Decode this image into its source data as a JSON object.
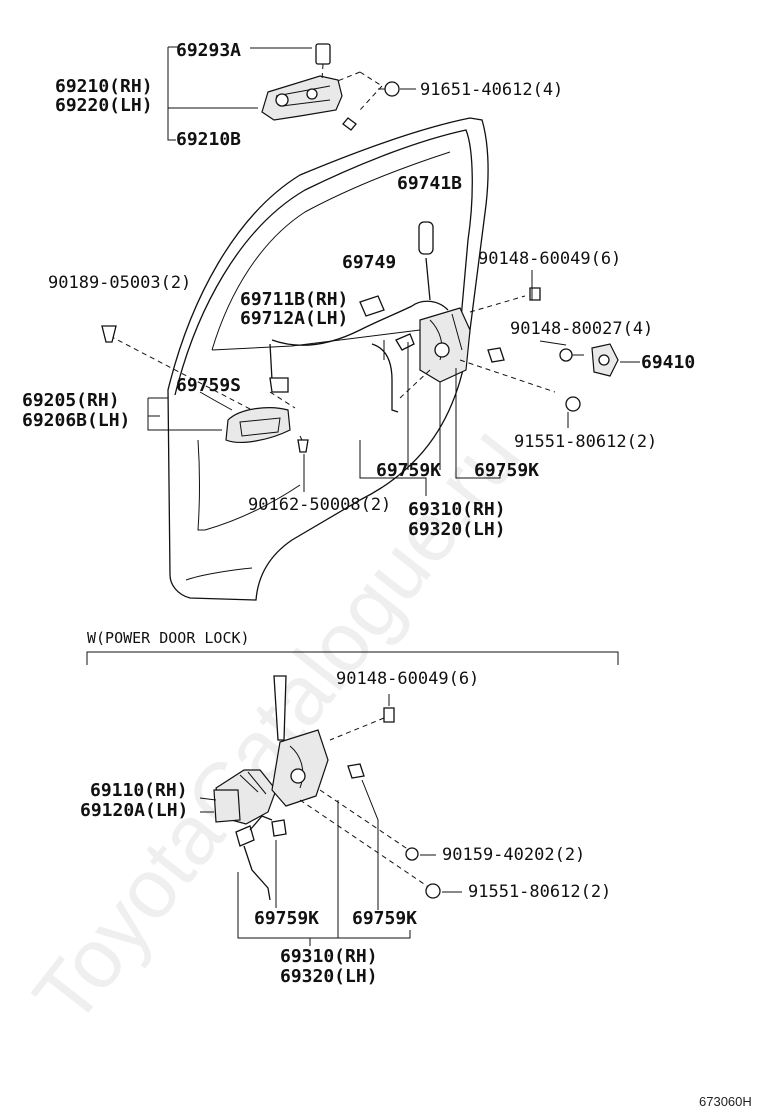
{
  "watermark": "ToyotaCatalogue.ru",
  "figure_ref": "673060H",
  "section_header": "W(POWER DOOR LOCK)",
  "labels": {
    "p69293A": "69293A",
    "p69210RH": "69210(RH)",
    "p69220LH": "69220(LH)",
    "p69210B": "69210B",
    "p91651": "91651-40612(4)",
    "p69741B": "69741B",
    "p69749": "69749",
    "p90148a": "90148-60049(6)",
    "p90189": "90189-05003(2)",
    "p69711B": "69711B(RH)",
    "p69712A": "69712A(LH)",
    "p90148b": "90148-80027(4)",
    "p69410": "69410",
    "p69759S": "69759S",
    "p69205RH": "69205(RH)",
    "p69206B": "69206B(LH)",
    "p91551a": "91551-80612(2)",
    "p69759Ka": "69759K",
    "p69759Kb": "69759K",
    "p90162": "90162-50008(2)",
    "p69310RHa": "69310(RH)",
    "p69320LHa": "69320(LH)",
    "p90148c": "90148-60049(6)",
    "p69110": "69110(RH)",
    "p69120A": "69120A(LH)",
    "p90159": "90159-40202(2)",
    "p91551b": "91551-80612(2)",
    "p69759Kc": "69759K",
    "p69759Kd": "69759K",
    "p69310RHb": "69310(RH)",
    "p69320LHb": "69320(LH)"
  }
}
